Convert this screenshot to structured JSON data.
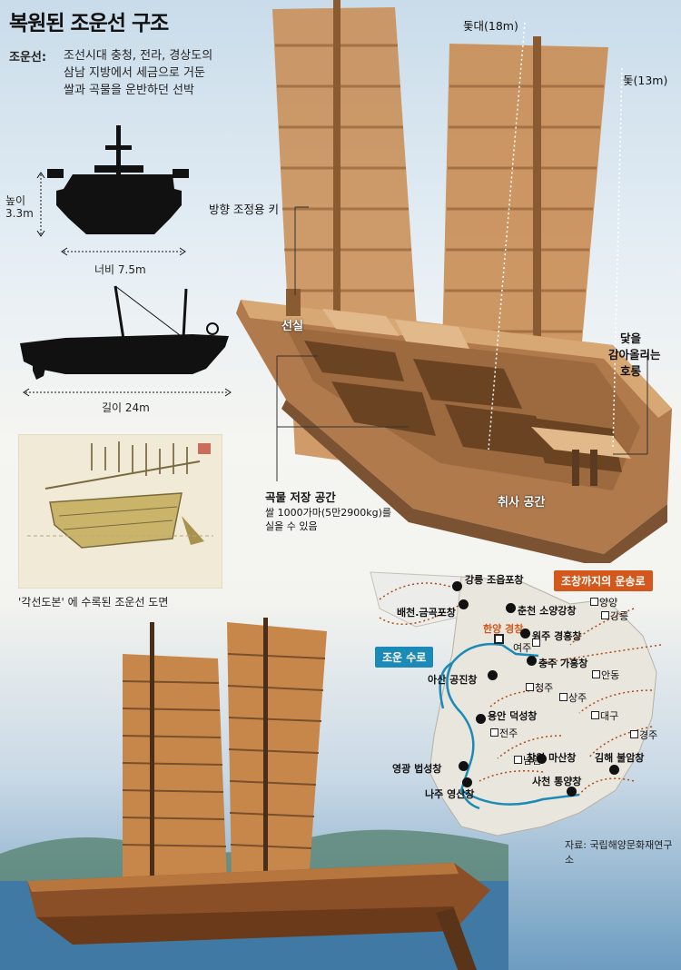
{
  "title": "복원된 조운선 구조",
  "definition": {
    "term": "조운선:",
    "lines": [
      "조선시대 충청, 전라, 경상도의",
      "삼남 지방에서 세금으로 거둔",
      "쌀과 곡물을 운반하던 선박"
    ]
  },
  "dimensions": {
    "height_label": "높이",
    "height_value": "3.3m",
    "width": "너비 7.5m",
    "length": "길이 24m"
  },
  "diagram_labels": {
    "mast_tall": "돛대(18m)",
    "sail": "돛(13m)",
    "rudder": "방향 조정용 키",
    "cabin": "선실",
    "winch_1": "닻을",
    "winch_2": "감아올리는",
    "winch_3": "호롱",
    "storage_title": "곡물 저장 공간",
    "storage_desc_1": "쌀 1000가마(5만2900kg)를",
    "storage_desc_2": "실을 수 있음",
    "kitchen": "취사 공간"
  },
  "drawing_caption": "'각선도본' 에 수록된 조운선 도면",
  "map": {
    "tag_transport": "조창까지의 운송로",
    "tag_route": "조운 수로",
    "capital": "한양 경창",
    "granaries": [
      "강릉 조읍포창",
      "배천.금곡포창",
      "춘천 소양강창",
      "원주 경흥창",
      "충주 가흥창",
      "아산 공진창",
      "용안 덕성창",
      "영광 법성창",
      "나주 영산창",
      "창원 마산창",
      "김해 불암창",
      "사천 통양창"
    ],
    "towns": [
      "양양",
      "강릉",
      "여주",
      "안동",
      "청주",
      "상주",
      "대구",
      "경주",
      "전주",
      "남원"
    ],
    "source": "자료: 국립해양문화재연구소"
  },
  "colors": {
    "sail": "#c8874a",
    "hull": "#b07a4c",
    "orange_tag": "#d4581b",
    "blue_route": "#1c8ab6",
    "land": "#e9e6de"
  }
}
